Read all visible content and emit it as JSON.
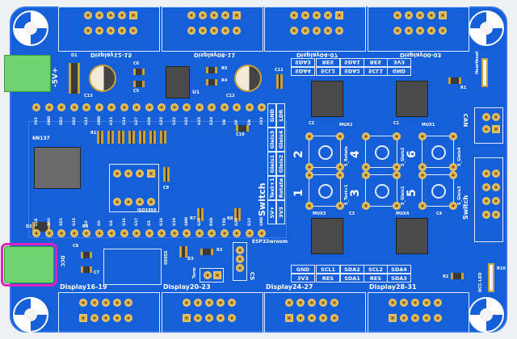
{
  "board_color": "#1560d8",
  "top_connectors": [
    "Display12-15",
    "Display08-11",
    "Display04-07",
    "Display00-03"
  ],
  "bottom_connectors": [
    "Display16-19",
    "Display20-23",
    "Display24-27",
    "Display28-31"
  ],
  "power_label": "-5V+",
  "components": {
    "d1": "D1",
    "c13": "C13",
    "c6": "C6",
    "c5": "C5",
    "u1": "U1",
    "r5": "R5",
    "r4": "R4",
    "c12": "C12",
    "c11": "C11",
    "c10": "C10",
    "c9": "C9",
    "optocoupler": "6N137",
    "can_ic": "ISO1050",
    "d2": "D2",
    "r6": "R6",
    "r7": "R7",
    "r8": "R8",
    "r12": "R12",
    "c8": "C8",
    "c7": "C7",
    "dcdc": "0505S",
    "d3": "D3",
    "r3": "R3",
    "term": "Term",
    "cs": "CS",
    "esp": "ESP32wroom",
    "mux1": "MUX1",
    "mux2": "MUX2",
    "mux3": "MUX3",
    "mux4": "MUX4",
    "c1": "C1",
    "c2": "C2",
    "c3": "C3",
    "c4": "C4",
    "r1": "R1",
    "r2": "R2",
    "r10": "R10",
    "heartbeat": "Heartbeat",
    "dcc_led": "DCC-LED",
    "can": "CAN",
    "switch": "Switch",
    "switch_connector": "Switch",
    "dcc": "DCC"
  },
  "header_top_pins": [
    "3V3",
    "GND",
    "SD3",
    "SD2",
    "G13",
    "GND",
    "G12",
    "G14",
    "G27",
    "G26",
    "G25",
    "G33",
    "G32",
    "G35",
    "G34",
    "SN",
    "SP",
    "EN",
    "3V3"
  ],
  "header_bottom_pins": [
    "CLK",
    "SD0",
    "SD1",
    "G15",
    "G2",
    "G0",
    "G4",
    "G16",
    "G17",
    "G5",
    "G18",
    "G19",
    "GND",
    "G21",
    "RXD",
    "TXD",
    "G22",
    "G23",
    "GND"
  ],
  "switch_table": [
    [
      "5V+",
      "3V3"
    ],
    [
      "Text+1",
      "Rotate"
    ],
    [
      "Gleis1",
      "Gleis2"
    ],
    [
      "Gleis3",
      "Gleis4"
    ],
    [
      "GND",
      "LDR"
    ]
  ],
  "i2c_top_rows": [
    [
      "SDA3",
      "RES",
      "SDA1",
      "RES",
      "3V3"
    ],
    [
      "SDA4",
      "SCL2",
      "SDA2",
      "SCL1",
      "GND"
    ]
  ],
  "i2c_bottom_rows": [
    [
      "GND",
      "SCL1",
      "SDA2",
      "SCL2",
      "SDA4"
    ],
    [
      "3V3",
      "RES",
      "SDA1",
      "RES",
      "SDA3"
    ]
  ],
  "buttons": [
    {
      "num": "2",
      "label": "S_Rotate"
    },
    {
      "num": "4",
      "label": "S_Gleis2"
    },
    {
      "num": "6",
      "label": "S_Gleis4"
    },
    {
      "num": "1",
      "label": "S_Text+1"
    },
    {
      "num": "3",
      "label": "S_Gleis1"
    },
    {
      "num": "5",
      "label": "S_Gleis3"
    }
  ],
  "highlight_color": "#e020c0"
}
